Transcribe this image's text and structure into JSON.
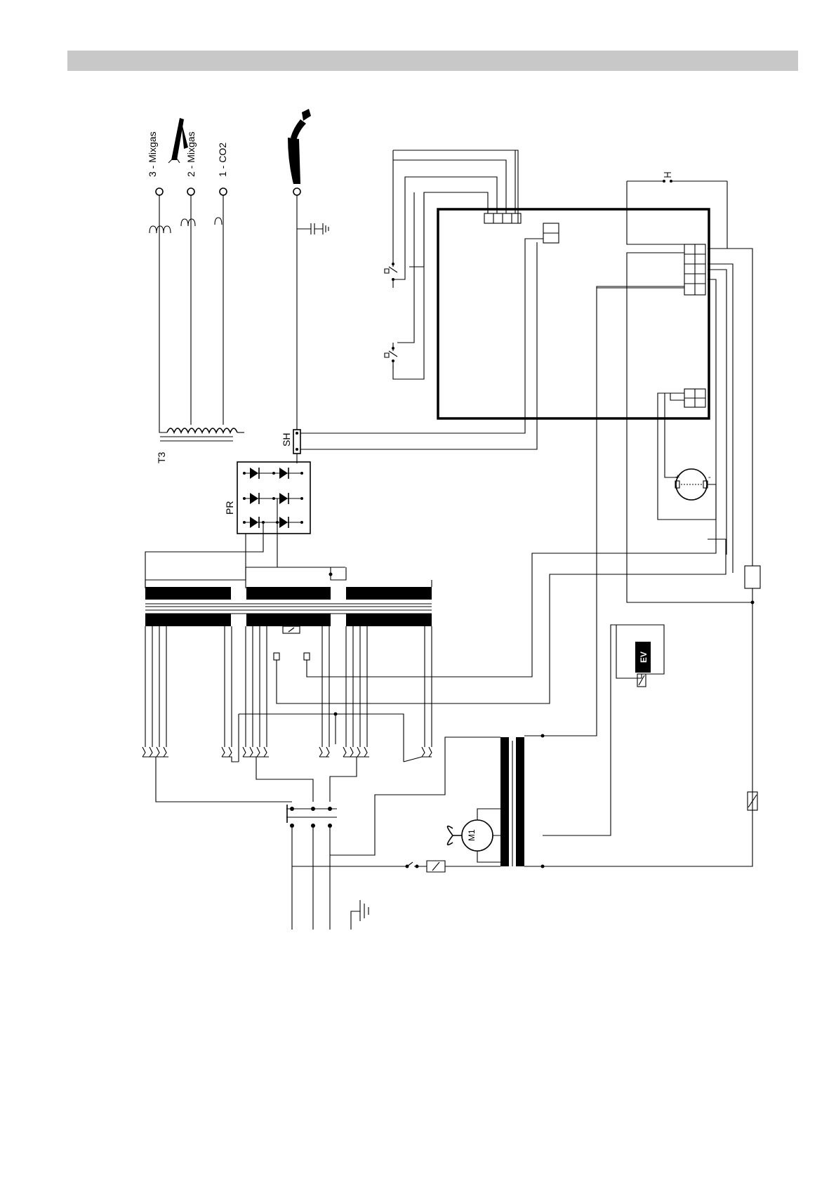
{
  "header": {
    "title": ""
  },
  "gas_labels": {
    "label_3": "3 - Mixgas",
    "label_2": "2 - Mixgas",
    "label_1": "1 - CO2"
  },
  "component_labels": {
    "t3": "T3",
    "sh": "SH",
    "pr": "PR",
    "ev": "EV",
    "m1": "M1"
  },
  "motor_polarity": {
    "plus": "+",
    "minus": "-"
  },
  "colors": {
    "line": "#000000",
    "header_bar": "#c8c8c8",
    "background": "#ffffff"
  }
}
